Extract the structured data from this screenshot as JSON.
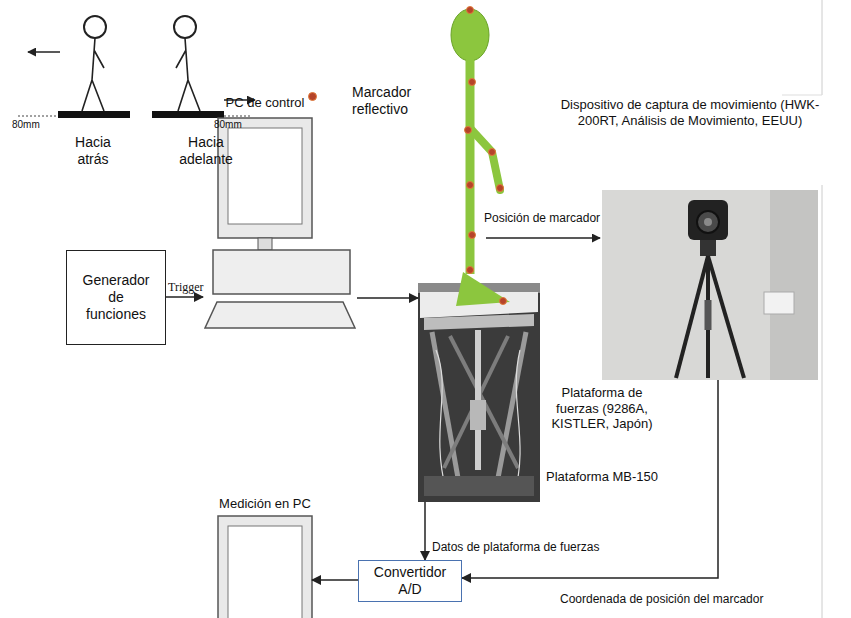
{
  "diagram": {
    "nodes": [
      {
        "text": [
          "Generador de funciones"
        ]
      },
      {
        "text": [
          "PC de control"
        ]
      },
      {
        "text": [
          "Plataforma de fuerzas (9286A, KISTLER, Japón)",
          "Plataforma MB-150"
        ]
      },
      {
        "text": [
          "Dispositivo de captura de movimiento (HWK-200RT, Análisis de Movimiento, EEUU)"
        ]
      },
      {
        "text": [
          "Medición en PC"
        ]
      },
      {
        "text": [
          "Convertidor A/D"
        ]
      }
    ],
    "edges": [
      {
        "from": 0,
        "to": 1,
        "arrow": "to",
        "label": "Trigger"
      },
      {
        "from": 1,
        "to": 2,
        "arrow": "to"
      },
      {
        "from": 2,
        "to": 5,
        "arrow": "to",
        "label": "Datos de plataforma de fuerzas"
      },
      {
        "from": 3,
        "to": 5,
        "arrow": "to",
        "label": "Coordenada de posición del marcador"
      },
      {
        "from": 5,
        "to": 4,
        "arrow": "to"
      }
    ],
    "labels": [
      "Hacia atrás",
      "Hacia adelante",
      "80mm",
      "80mm",
      "Posición de marcador"
    ],
    "legend": [
      {
        "text": "Marcador reflectivo",
        "color": "#b5442a"
      }
    ]
  }
}
